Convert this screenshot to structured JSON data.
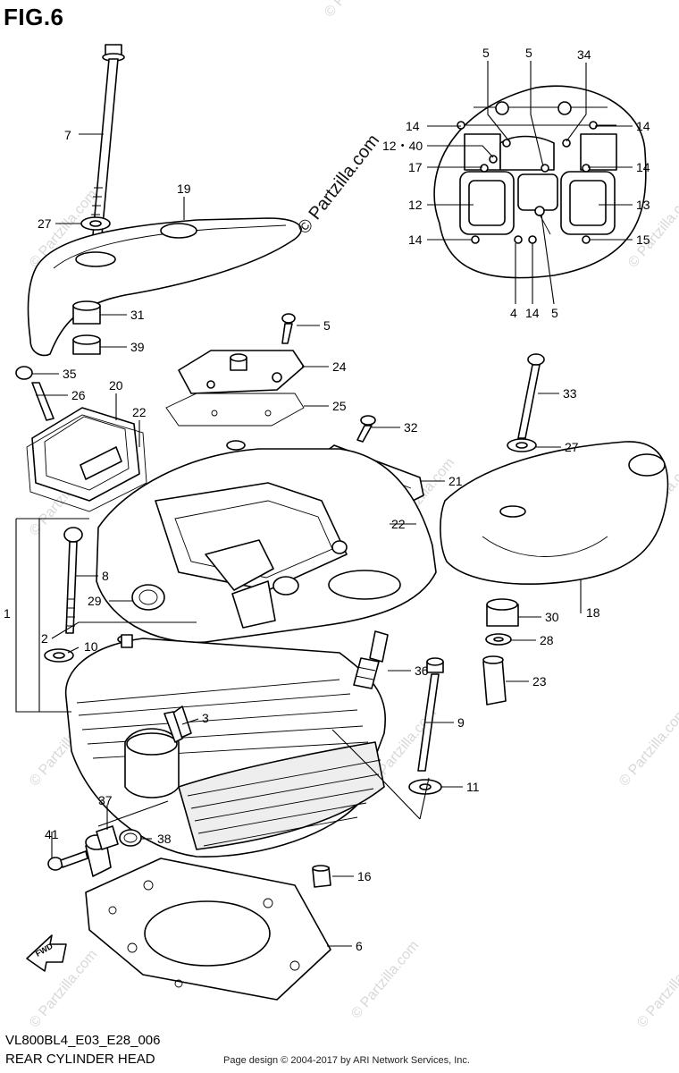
{
  "figure": {
    "title": "FIG.6",
    "diagram_code": "VL800BL4_E03_E28_006",
    "part_name": "REAR CYLINDER HEAD",
    "copyright": "Page design © 2004-2017 by ARI Network Services, Inc.",
    "watermark": "© Partzilla.com",
    "faint_watermark": "© Partzilla.com"
  },
  "callouts": [
    {
      "id": "c7",
      "label": "7"
    },
    {
      "id": "c19",
      "label": "19"
    },
    {
      "id": "c27a",
      "label": "27"
    },
    {
      "id": "c31",
      "label": "31"
    },
    {
      "id": "c39",
      "label": "39"
    },
    {
      "id": "c35",
      "label": "35"
    },
    {
      "id": "c26",
      "label": "26"
    },
    {
      "id": "c20",
      "label": "20"
    },
    {
      "id": "c22a",
      "label": "22"
    },
    {
      "id": "c5a",
      "label": "5"
    },
    {
      "id": "c24",
      "label": "24"
    },
    {
      "id": "c25",
      "label": "25"
    },
    {
      "id": "c32",
      "label": "32"
    },
    {
      "id": "c21",
      "label": "21"
    },
    {
      "id": "c22b",
      "label": "22"
    },
    {
      "id": "c33",
      "label": "33"
    },
    {
      "id": "c27b",
      "label": "27"
    },
    {
      "id": "c18",
      "label": "18"
    },
    {
      "id": "c30",
      "label": "30"
    },
    {
      "id": "c28",
      "label": "28"
    },
    {
      "id": "c23",
      "label": "23"
    },
    {
      "id": "c9",
      "label": "9"
    },
    {
      "id": "c11",
      "label": "11"
    },
    {
      "id": "c36",
      "label": "36"
    },
    {
      "id": "c1",
      "label": "1"
    },
    {
      "id": "c2",
      "label": "2"
    },
    {
      "id": "c8",
      "label": "8"
    },
    {
      "id": "c10",
      "label": "10"
    },
    {
      "id": "c29",
      "label": "29"
    },
    {
      "id": "c3",
      "label": "3"
    },
    {
      "id": "c37",
      "label": "37"
    },
    {
      "id": "c41",
      "label": "41"
    },
    {
      "id": "c38",
      "label": "38"
    },
    {
      "id": "c16",
      "label": "16"
    },
    {
      "id": "c6",
      "label": "6"
    },
    {
      "id": "i5a",
      "label": "5"
    },
    {
      "id": "i5b",
      "label": "5"
    },
    {
      "id": "i34",
      "label": "34"
    },
    {
      "id": "i14a",
      "label": "14"
    },
    {
      "id": "i14b",
      "label": "14"
    },
    {
      "id": "i1240",
      "label": "12・40"
    },
    {
      "id": "i17",
      "label": "17"
    },
    {
      "id": "i14c",
      "label": "14"
    },
    {
      "id": "i12",
      "label": "12"
    },
    {
      "id": "i13",
      "label": "13"
    },
    {
      "id": "i14d",
      "label": "14"
    },
    {
      "id": "i15",
      "label": "15"
    },
    {
      "id": "i4",
      "label": "4"
    },
    {
      "id": "i14e",
      "label": "14"
    },
    {
      "id": "i5c",
      "label": "5"
    }
  ],
  "fwd_arrow": {
    "label": "FWD"
  }
}
